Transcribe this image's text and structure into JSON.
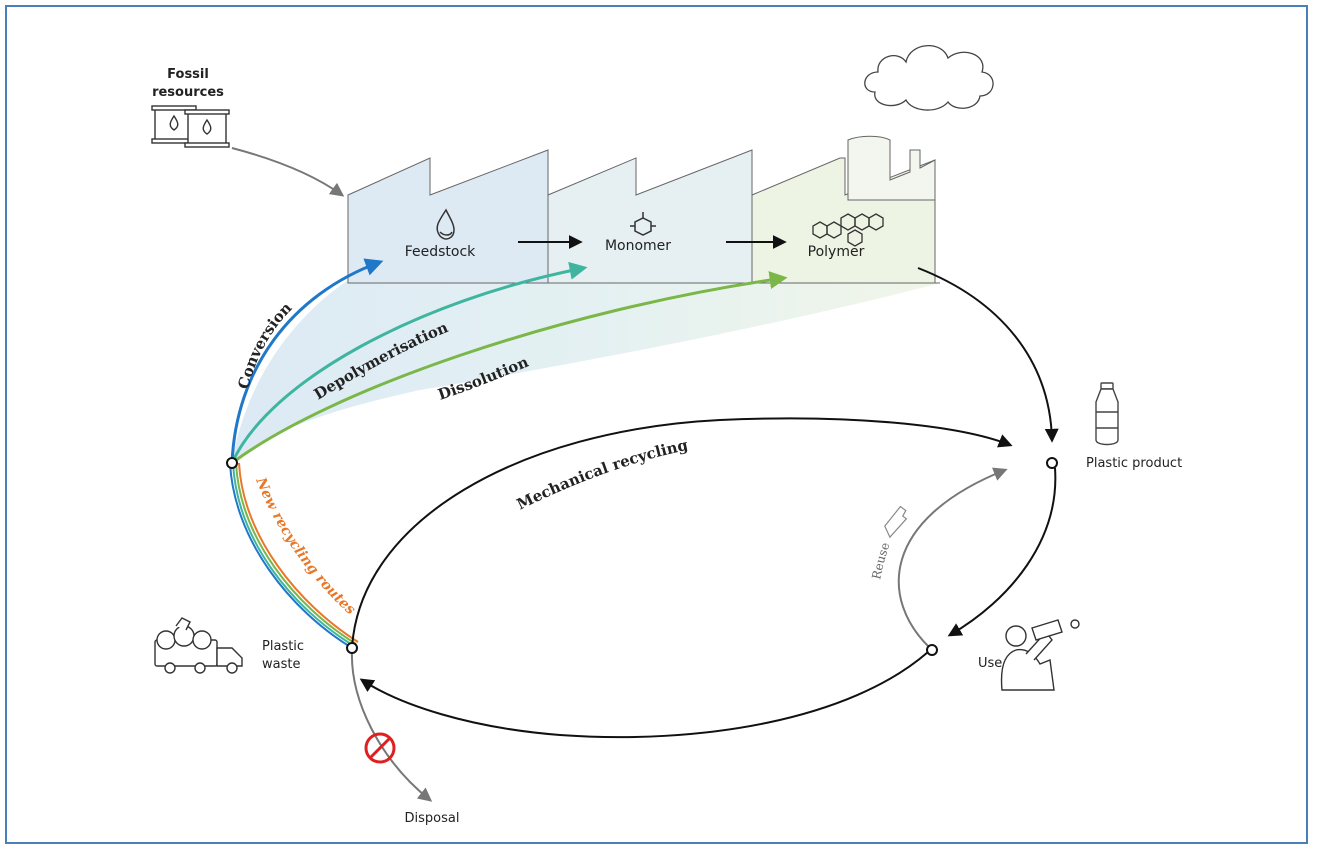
{
  "title": "",
  "nodes": {
    "fossil": "Fossil resources",
    "fossil_line1": "Fossil",
    "fossil_line2": "resources",
    "feedstock": "Feedstock",
    "monomer": "Monomer",
    "polymer": "Polymer",
    "plastic_product": "Plastic product",
    "use": "Use",
    "plastic_waste_line1": "Plastic",
    "plastic_waste_line2": "waste",
    "disposal": "Disposal"
  },
  "routes": {
    "conversion": "Conversion",
    "depolymerisation": "Depolymerisation",
    "dissolution": "Dissolution",
    "new_recycling": "New recycling routes",
    "mechanical": "Mechanical recycling",
    "reuse": "Reuse"
  },
  "colors": {
    "conversion": "#1f78c8",
    "depolymerisation": "#3fb5a0",
    "dissolution": "#7ab648",
    "new_recycling": "#e8782a",
    "frame": "#4a7fb8",
    "no_symbol": "#e02020"
  },
  "icons": [
    "oil-barrels-icon",
    "droplet-icon",
    "monomer-icon",
    "polymer-icon",
    "cloud-icon",
    "bottle-icon",
    "person-drinking-icon",
    "garbage-truck-icon",
    "prohibited-icon"
  ]
}
